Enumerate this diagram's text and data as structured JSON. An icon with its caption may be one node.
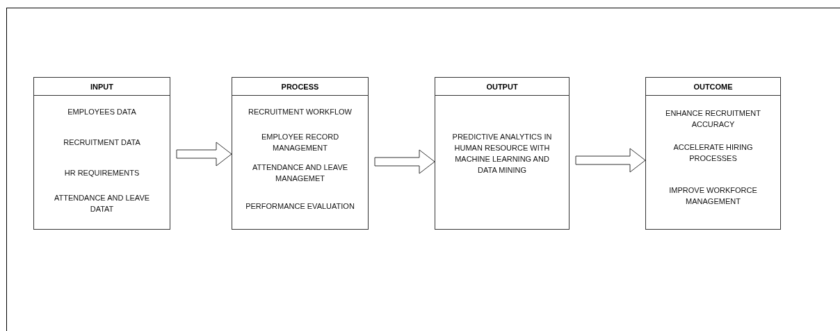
{
  "diagram": {
    "nodes": [
      {
        "text": [
          "INPUT",
          "EMPLOYEES DATA",
          "RECRUITMENT DATA",
          "HR REQUIREMENTS",
          "ATTENDANCE AND LEAVE DATAT"
        ]
      },
      {
        "text": [
          "PROCESS",
          "RECRUITMENT WORKFLOW",
          "EMPLOYEE RECORD MANAGEMENT",
          "ATTENDANCE AND LEAVE MANAGEMET",
          "PERFORMANCE EVALUATION"
        ]
      },
      {
        "text": [
          "OUTPUT",
          "PREDICTIVE ANALYTICS IN HUMAN RESOURCE WITH MACHINE LEARNING AND DATA MINING"
        ]
      },
      {
        "text": [
          "OUTCOME",
          "ENHANCE RECRUITMENT ACCURACY",
          "ACCELERATE HIRING PROCESSES",
          "IMPROVE WORKFORCE MANAGEMENT"
        ]
      }
    ],
    "edges": [
      {
        "from": 0,
        "to": 1,
        "arrow": "to"
      },
      {
        "from": 1,
        "to": 2,
        "arrow": "to"
      },
      {
        "from": 2,
        "to": 3,
        "arrow": "to"
      }
    ]
  }
}
